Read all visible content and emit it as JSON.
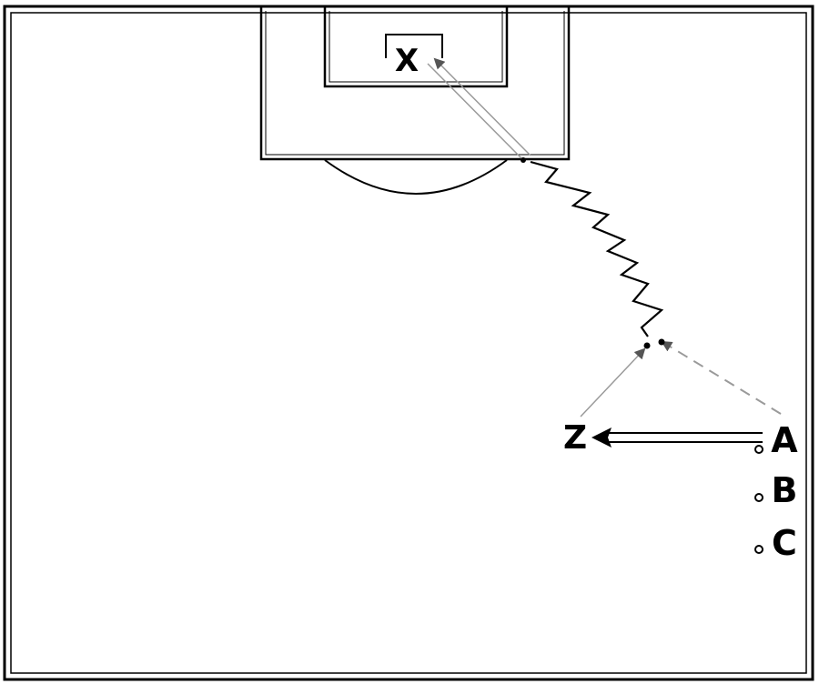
{
  "colors": {
    "background": "#ffffff",
    "lines": "#000000",
    "pass_line": "#9a9a9a"
  },
  "players": {
    "keeper": {
      "label": "X"
    },
    "receiver": {
      "label": "Z"
    },
    "a": {
      "label": "A"
    },
    "b": {
      "label": "B"
    },
    "c": {
      "label": "C"
    }
  }
}
